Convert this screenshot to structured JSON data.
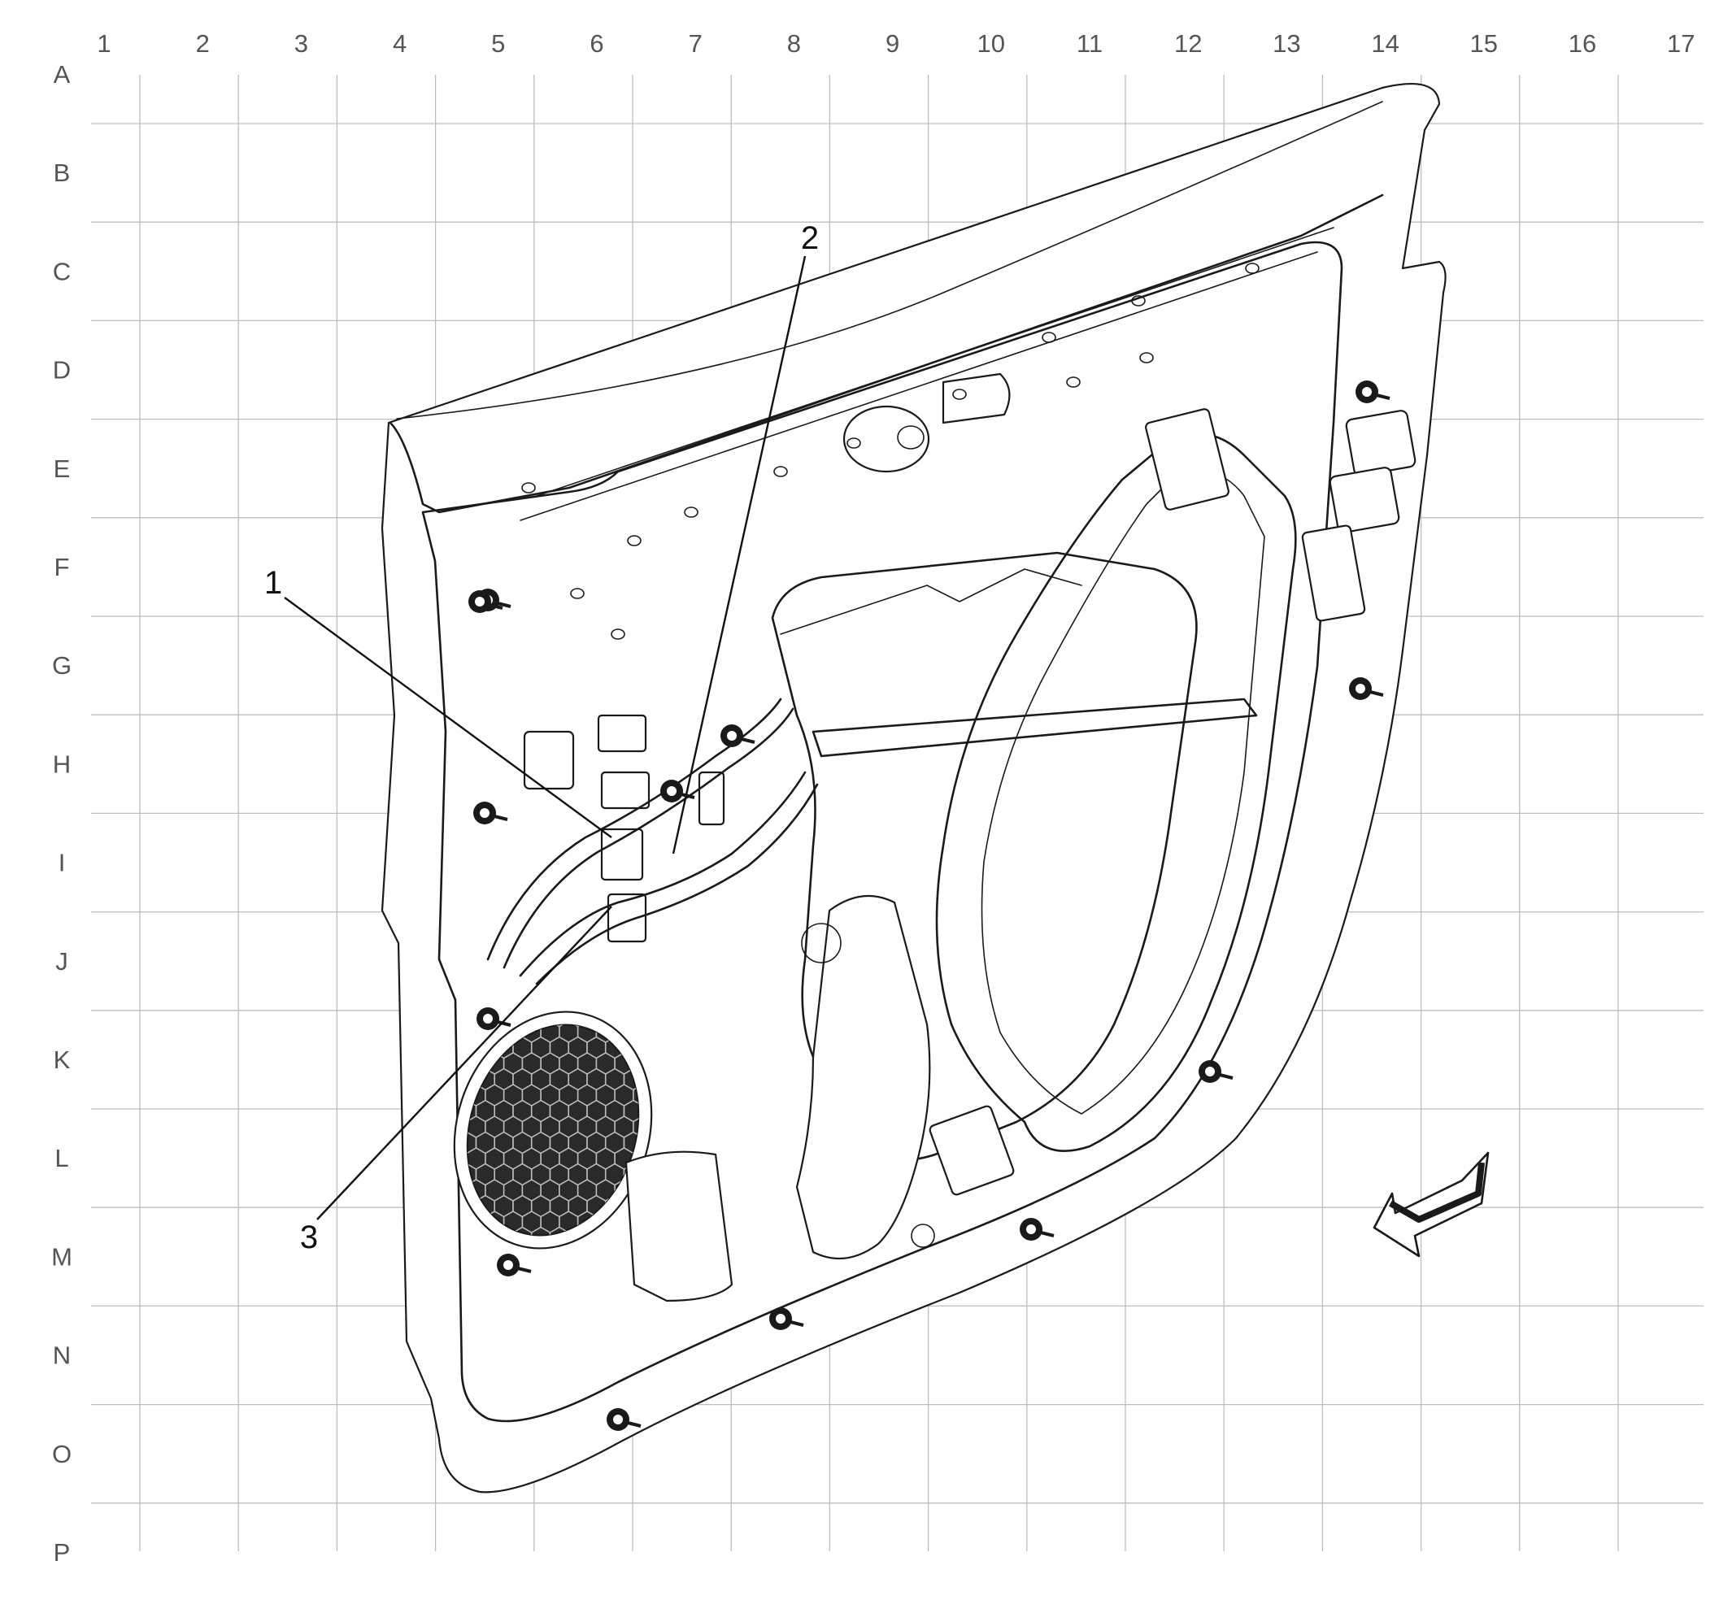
{
  "diagram": {
    "grid": {
      "columns": [
        "1",
        "2",
        "3",
        "4",
        "5",
        "6",
        "7",
        "8",
        "9",
        "10",
        "11",
        "12",
        "13",
        "14",
        "15",
        "16",
        "17"
      ],
      "rows": [
        "A",
        "B",
        "C",
        "D",
        "E",
        "F",
        "G",
        "H",
        "I",
        "J",
        "K",
        "L",
        "M",
        "N",
        "O",
        "P"
      ]
    },
    "callouts": [
      {
        "id": "1",
        "label": "1"
      },
      {
        "id": "2",
        "label": "2"
      },
      {
        "id": "3",
        "label": "3"
      }
    ],
    "icons": {
      "orientation": "direction-arrow-icon",
      "speaker": "speaker-grille-icon",
      "fastener": "bolt-icon"
    },
    "colors": {
      "line": "#1a1a1a",
      "grid": "#bdbdbd",
      "label": "#555555",
      "background": "#ffffff"
    }
  }
}
